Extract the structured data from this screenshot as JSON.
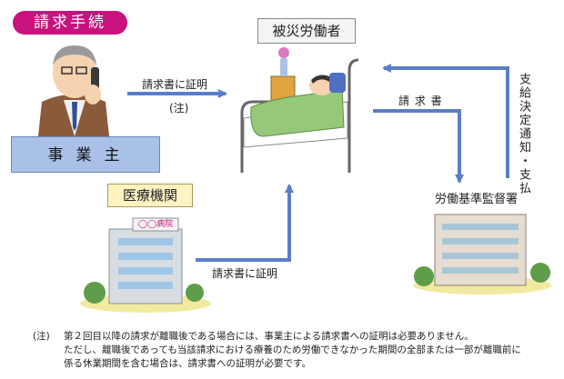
{
  "title": "請求手続",
  "nodes": {
    "worker": "被災労働者",
    "employer": "事業主",
    "medical": "医療機関",
    "bureau": "労働基準監督署",
    "hospital_sign": "◯◯病院"
  },
  "edges": {
    "employer_to_worker": "請求書に証明",
    "employer_to_worker_note": "(注)",
    "medical_to_worker": "請求書に証明",
    "worker_to_bureau": "請 求 書",
    "bureau_to_worker": "支給決定通知・支払"
  },
  "footnote": {
    "marker": "(注)",
    "line1": "第２回目以降の請求が離職後である場合には、事業主による請求書への証明は必要ありません。",
    "line2": "ただし、離職後であっても当該請求における療養のため労働できなかった期間の全部または一部が離職前に",
    "line3": "係る休業期間を含む場合は、請求書への証明が必要です。"
  },
  "colors": {
    "title_pill": "#c8127e",
    "arrow": "#5b7ec9",
    "employer_box": "#a9c1e6",
    "medical_box": "#fff3c2"
  }
}
